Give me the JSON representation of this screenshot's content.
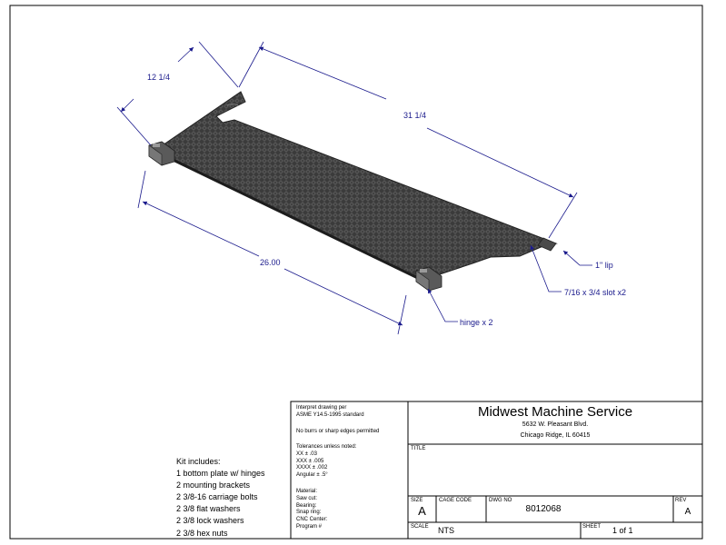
{
  "drawing": {
    "dimensions": {
      "width": "12 1/4",
      "length": "31 1/4",
      "hinge_span": "26.00"
    },
    "callouts": {
      "lip": "1\" lip",
      "slot": "7/16 x 3/4 slot x2",
      "hinge": "hinge x 2"
    }
  },
  "kit": {
    "title": "Kit  includes:",
    "items": [
      "1 bottom plate w/ hinges",
      "2 mounting brackets",
      "2 3/8-16 carriage bolts",
      "2 3/8 flat washers",
      "2 3/8 lock washers",
      "2 3/8 hex nuts"
    ]
  },
  "notes": {
    "interpret": [
      "Interpret drawing per",
      "ASME Y14.5-1995 standard"
    ],
    "burrs": "No burrs or sharp edges permitted",
    "tolerances_title": "Tolerances unless noted:",
    "tolerances": [
      "XX ± .03",
      "XXX ± .005",
      "XXXX ± .002",
      "Angular ± .5°"
    ],
    "fields": [
      "Material:",
      "Saw cut:",
      "Bearing:",
      "Snap ring:",
      "CNC Center:",
      "Program #"
    ]
  },
  "company": {
    "name": "Midwest Machine Service",
    "address1": "5632 W. Pleasant Blvd.",
    "address2": "Chicago Ridge, IL 60415"
  },
  "title_block": {
    "title_label": "TITLE",
    "size_label": "SIZE",
    "size_value": "A",
    "cage_label": "CAGE CODE",
    "dwg_label": "DWG NO",
    "dwg_value": "8012068",
    "rev_label": "REV",
    "rev_value": "A",
    "scale_label": "SCALE",
    "scale_value": "NTS",
    "sheet_label": "SHEET",
    "sheet_value": "1 of 1"
  }
}
